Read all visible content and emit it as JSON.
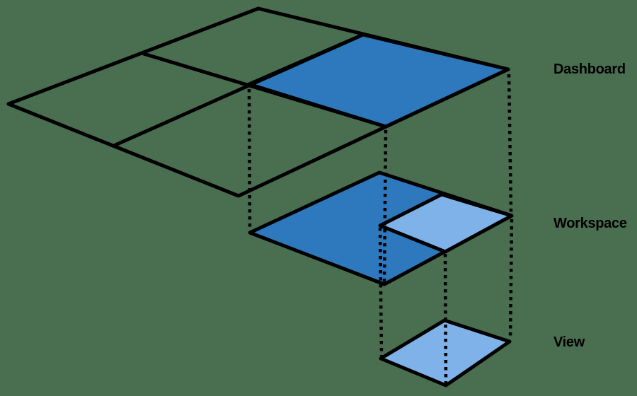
{
  "layers": {
    "dashboard": {
      "label": "Dashboard"
    },
    "workspace": {
      "label": "Workspace"
    },
    "view": {
      "label": "View"
    }
  },
  "icons": {
    "dashboard_grid": "isometric-grid-panel",
    "selected_tile": "highlighted-blue-tile",
    "workspace_panel": "blue-workspace-panel",
    "workspace_selected_region": "light-blue-subregion",
    "view_panel": "light-blue-view-panel",
    "connectors": "dotted-projection-lines"
  },
  "colors": {
    "background": "#4a6e50",
    "line": "#000000",
    "blue": "#2e78bd",
    "light_blue": "#7fb2e8",
    "label_text": "#000000"
  }
}
